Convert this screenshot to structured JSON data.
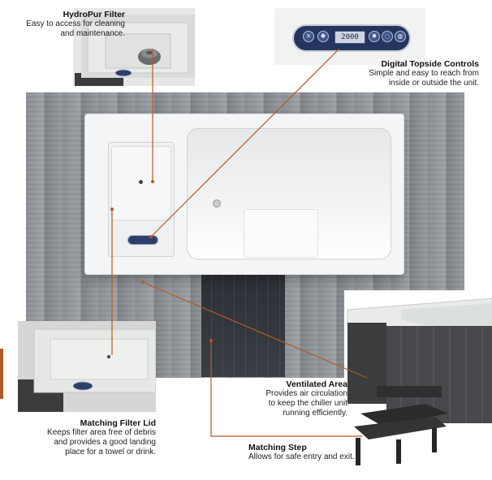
{
  "callouts": {
    "hydropur_filter": {
      "title": "HydroPur Filter",
      "lines": [
        "Easy to access for cleaning",
        "and maintenance."
      ]
    },
    "digital_controls": {
      "title": "Digital Topside Controls",
      "lines": [
        "Simple and easy to reach from",
        "inside or outside the unit."
      ]
    },
    "ventilated_area": {
      "title": "Ventilated Area",
      "lines": [
        "Provides air circulation",
        "to keep the chiller unit",
        "running efficiently."
      ]
    },
    "matching_filter_lid": {
      "title": "Matching Filter Lid",
      "lines": [
        "Keeps filter area free of debris",
        "and provides a good landing",
        "place for a towel or drink."
      ]
    },
    "matching_step": {
      "title": "Matching Step",
      "lines": [
        "Allows for safe entry and exit."
      ]
    }
  },
  "control_panel": {
    "display": "2000"
  },
  "colors": {
    "leader": "#b45a27",
    "panel": "#24365f",
    "deck": "#8b8f93"
  },
  "icons": [
    "spa-logo-icon",
    "jets-icon",
    "light-icon",
    "display-panel",
    "temp-down-icon",
    "temp-up-icon"
  ]
}
